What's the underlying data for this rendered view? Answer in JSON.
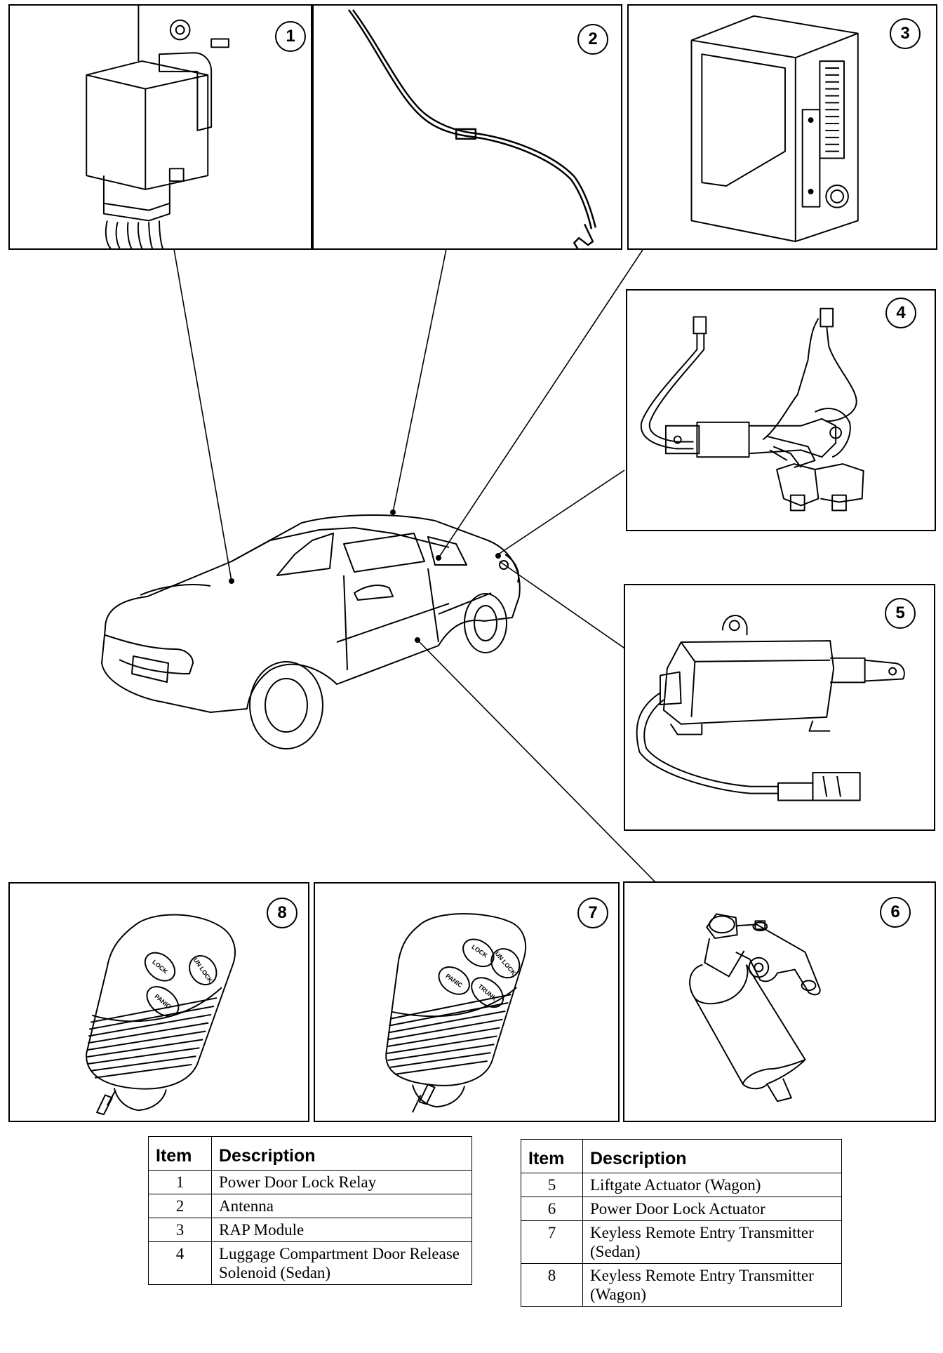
{
  "items": [
    {
      "number": "1",
      "icon": "power-door-lock-relay"
    },
    {
      "number": "2",
      "icon": "antenna"
    },
    {
      "number": "3",
      "icon": "rap-module"
    },
    {
      "number": "4",
      "icon": "luggage-compartment-door-release-solenoid"
    },
    {
      "number": "5",
      "icon": "liftgate-actuator"
    },
    {
      "number": "6",
      "icon": "power-door-lock-actuator"
    },
    {
      "number": "7",
      "icon": "keyless-remote-sedan",
      "buttons": [
        "LOCK",
        "UN LOCK",
        "PANIC",
        "TRUNK"
      ]
    },
    {
      "number": "8",
      "icon": "keyless-remote-wagon",
      "buttons": [
        "LOCK",
        "UN LOCK",
        "PANIC"
      ]
    }
  ],
  "legend_left": {
    "header_item": "Item",
    "header_desc": "Description",
    "rows": [
      {
        "item": "1",
        "desc": "Power Door Lock Relay"
      },
      {
        "item": "2",
        "desc": "Antenna"
      },
      {
        "item": "3",
        "desc": "RAP Module"
      },
      {
        "item": "4",
        "desc": "Luggage Compartment Door Release Solenoid (Sedan)"
      }
    ]
  },
  "legend_right": {
    "header_item": "Item",
    "header_desc": "Description",
    "rows": [
      {
        "item": "5",
        "desc": "Liftgate Actuator (Wagon)"
      },
      {
        "item": "6",
        "desc": "Power Door Lock Actuator"
      },
      {
        "item": "7",
        "desc": "Keyless Remote Entry Transmitter (Sedan)"
      },
      {
        "item": "8",
        "desc": "Keyless Remote Entry Transmitter (Wagon)"
      }
    ]
  }
}
